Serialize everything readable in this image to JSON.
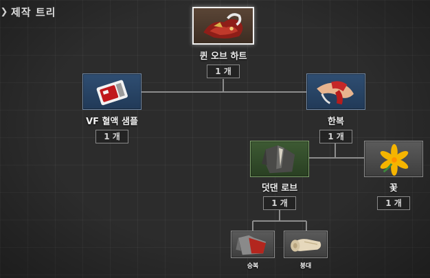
{
  "header": {
    "title": "제작 트리",
    "icon": "chevron-right-icon"
  },
  "items": {
    "queen_of_hearts": {
      "name": "퀸 오브 하트",
      "qty": "1 개",
      "icon": "queen-of-hearts-icon",
      "grade_color": "#9a7f63"
    },
    "vf_blood_sample": {
      "name": "VF 혈액 샘플",
      "qty": "1 개",
      "icon": "blood-sample-icon",
      "grade_color": "#6f87a4"
    },
    "hanbok": {
      "name": "한복",
      "qty": "1 개",
      "icon": "hanbok-icon",
      "grade_color": "#6f87a4"
    },
    "robe": {
      "name": "덧댄 로브",
      "qty": "1 개",
      "icon": "robe-icon",
      "grade_color": "#7fa36b"
    },
    "flower": {
      "name": "꽃",
      "qty": "1 개",
      "icon": "flower-icon",
      "grade_color": "#8c8c8c"
    },
    "monk_robe": {
      "name": "승복",
      "icon": "monk-robe-icon",
      "grade_color": "#8c8c8c"
    },
    "bandage": {
      "name": "붕대",
      "icon": "bandage-icon",
      "grade_color": "#8c8c8c"
    }
  }
}
